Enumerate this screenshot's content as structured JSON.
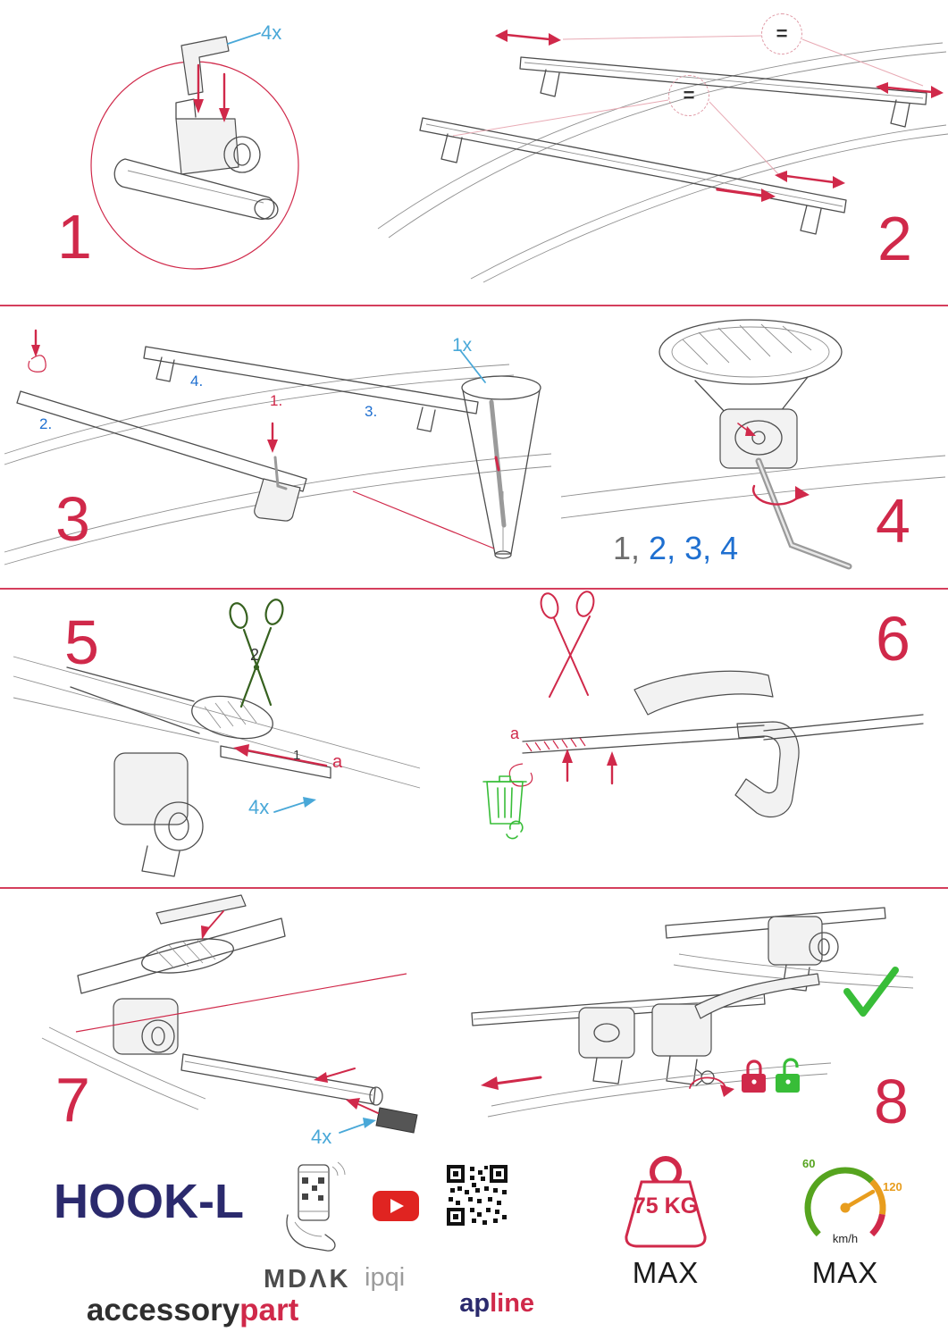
{
  "colors": {
    "accent_red": "#d0294a",
    "label_blue": "#49a8d8",
    "seq_blue": "#1e6fd0",
    "navy": "#2b2a6d",
    "gray": "#6e6e6e",
    "green": "#38bd38",
    "dark_green": "#36611f",
    "orange": "#e89d1e"
  },
  "steps": {
    "step1": {
      "number": "1",
      "qty": "4x"
    },
    "step2": {
      "number": "2",
      "equal_top": "=",
      "equal_mid": "="
    },
    "step3": {
      "number": "3",
      "qty": "1x",
      "sub_1": "1.",
      "sub_2": "2.",
      "sub_3": "3.",
      "sub_4": "4."
    },
    "step4": {
      "number": "4",
      "seq_done": "1,",
      "seq_todo": " 2, 3, 4"
    },
    "step5": {
      "number": "5",
      "mark_2": "2",
      "mark_1": "1",
      "mark_a": "a",
      "qty": "4x"
    },
    "step6": {
      "number": "6",
      "mark_a": "a"
    },
    "step7": {
      "number": "7",
      "qty": "4x"
    },
    "step8": {
      "number": "8"
    }
  },
  "footer": {
    "product": "HOOK-L",
    "brand_left": "accessory",
    "brand_right": "part",
    "partner_1": "MDΛK",
    "partner_2": "ipqi",
    "partner_3a": "ap",
    "partner_3b": "line",
    "weight_value": "75 KG",
    "weight_max": "MAX",
    "speed_low": "60",
    "speed_high": "120",
    "speed_unit": "km/h",
    "speed_max": "MAX"
  }
}
